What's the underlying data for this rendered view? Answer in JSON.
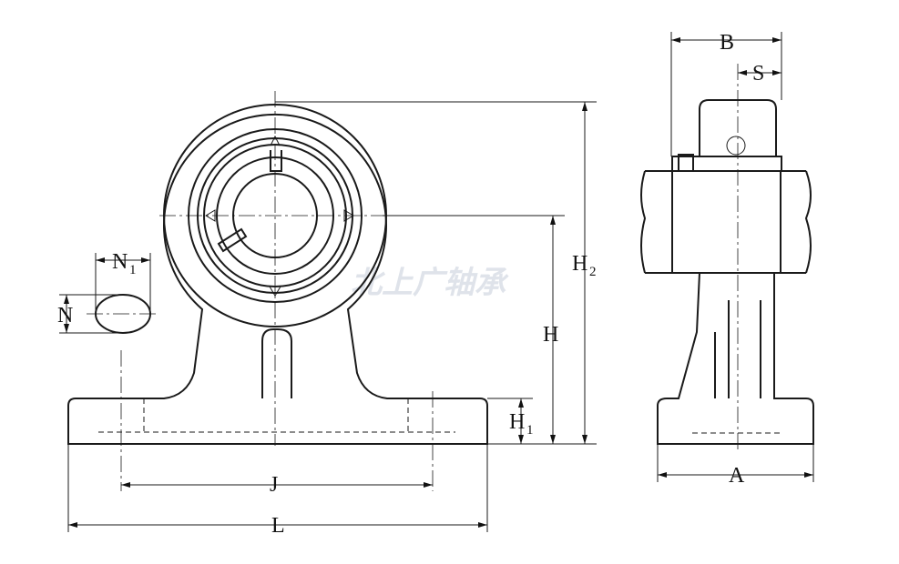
{
  "drawing": {
    "watermark": "北上广轴承",
    "labels": {
      "B": "B",
      "S": "S",
      "N1": {
        "main": "N",
        "sub": "1"
      },
      "N": "N",
      "H2": {
        "main": "H",
        "sub": "2"
      },
      "H": "H",
      "H1": {
        "main": "H",
        "sub": "1"
      },
      "J": "J",
      "L": "L",
      "A": "A"
    }
  }
}
